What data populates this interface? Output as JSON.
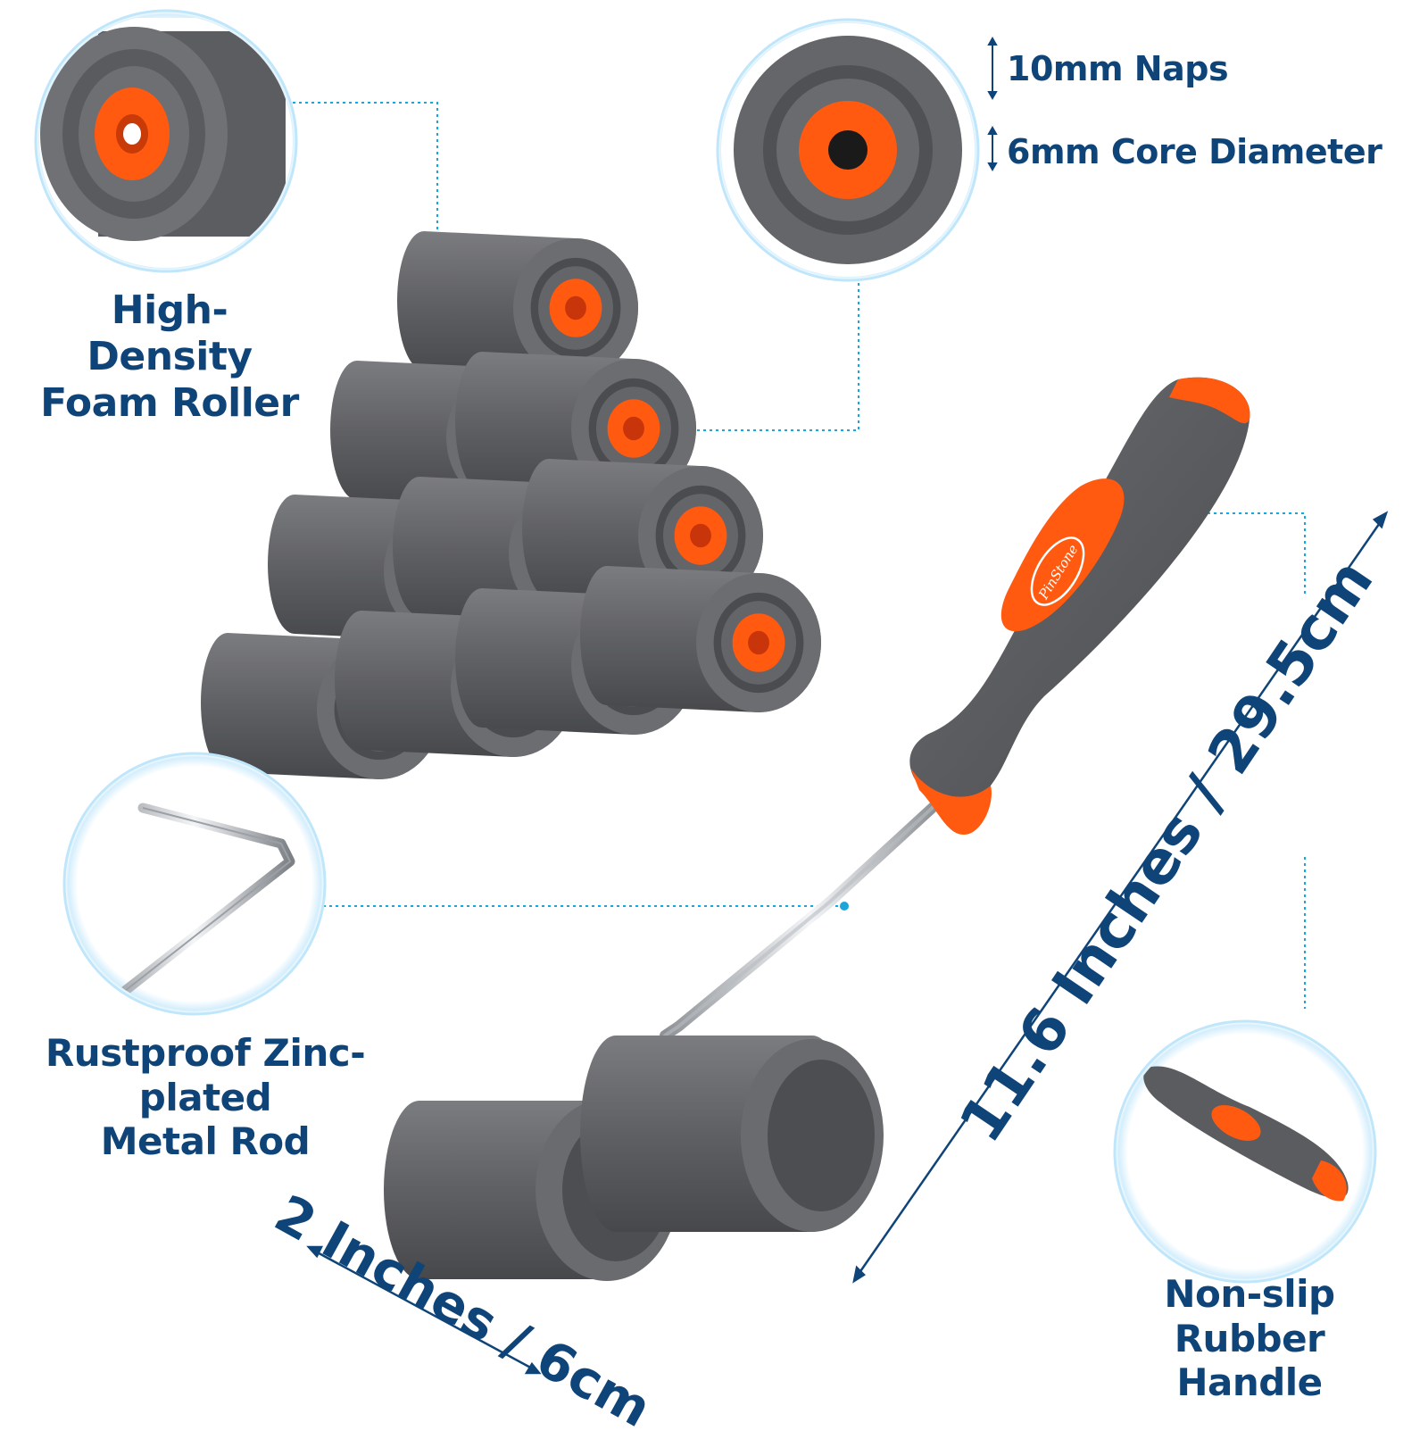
{
  "callouts": {
    "foam_roller": {
      "line1": "High-Density",
      "line2": "Foam Roller"
    },
    "naps": "10mm Naps",
    "core": "6mm Core Diameter",
    "rod": {
      "line1": "Rustproof Zinc-plated",
      "line2": "Metal Rod"
    },
    "handle": {
      "line1": "Non-slip",
      "line2": "Rubber Handle"
    }
  },
  "dimensions": {
    "length": "11.6 Inches / 29.5cm",
    "width": "2 Inches / 6cm"
  },
  "brand": "PinStone",
  "colors": {
    "label_text": "#0f4478",
    "foam": "#5f6063",
    "core_orange": "#ff5a10",
    "handle_gray": "#5a5c60",
    "callout_ring": "#bfe6fb",
    "leader_line": "#1aa6d8"
  }
}
